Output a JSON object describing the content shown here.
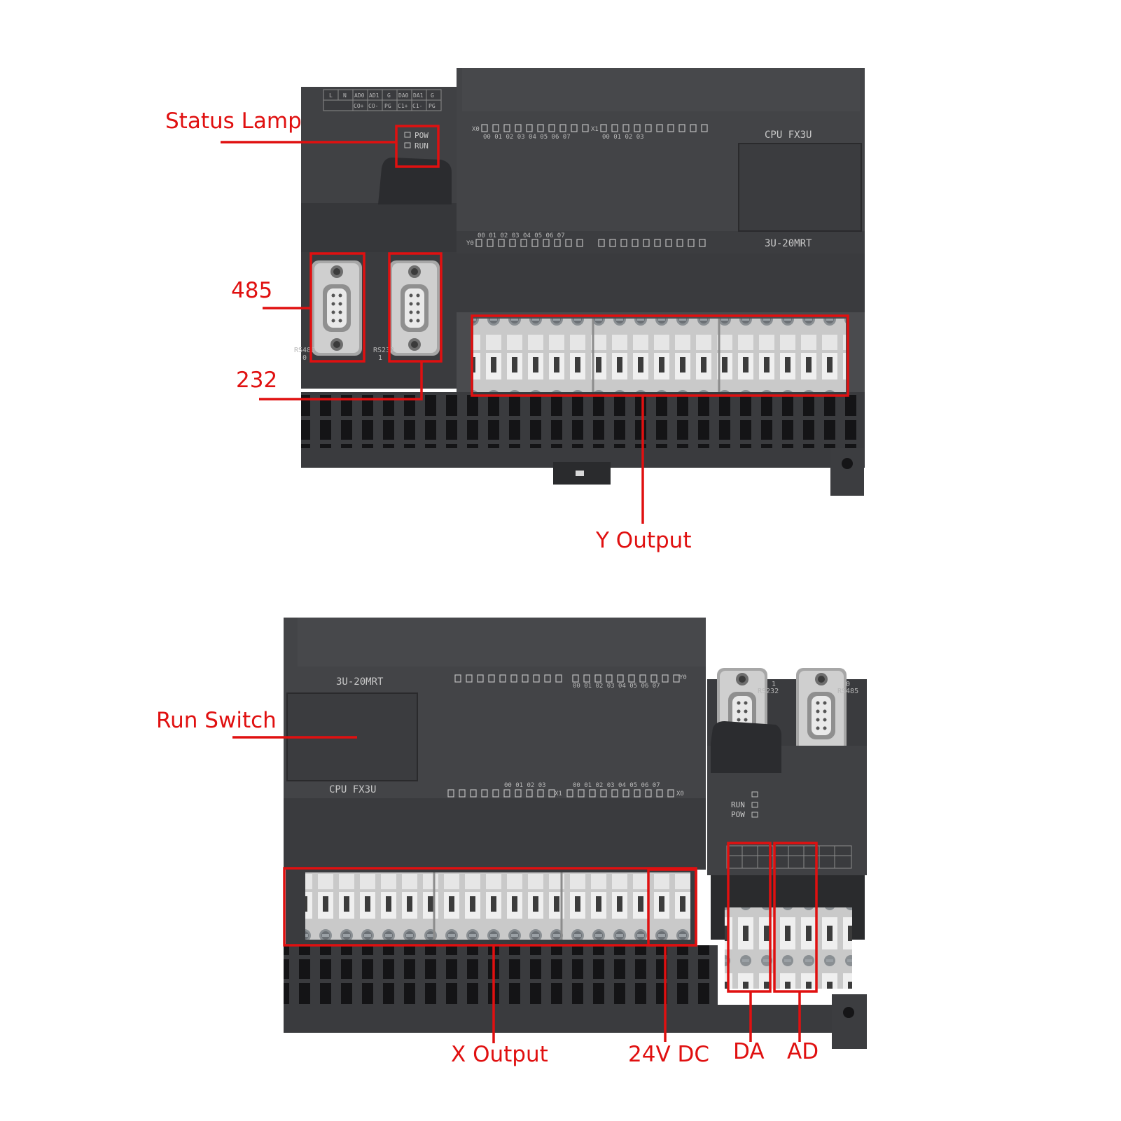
{
  "callouts": {
    "status_lamp": "Status Lamp",
    "port_485": "485",
    "port_232": "232",
    "y_output": "Y Output",
    "run_switch": "Run Switch",
    "x_output": "X Output",
    "dc24v": "24V DC",
    "da": "DA",
    "ad": "AD"
  },
  "device": {
    "model": "CPU FX3U",
    "part": "3U-20MRT",
    "led_pow": "POW",
    "led_run": "RUN",
    "x0": "X0",
    "x1": "X1",
    "y0": "Y0",
    "x0_nums": "00 01 02 03 04 05 06 07",
    "x1_nums": "00 01 02 03",
    "y0_nums": "00 01 02 03 04 05 06 07",
    "rs485": "RS485",
    "rs485_num": "0",
    "rs232": "RS232",
    "rs232_num": "1",
    "term_top": [
      "L",
      "N",
      "AD0",
      "AD1",
      "G",
      "DA0",
      "DA1",
      "G"
    ],
    "term_bot": [
      "CO+",
      "CO-",
      "PG",
      "C1+",
      "C1-",
      "PG"
    ]
  },
  "colors": {
    "accent": "#e01010",
    "body": "#3e3f42",
    "body_dark": "#2e2f32",
    "terminal": "#d9d9d9"
  }
}
